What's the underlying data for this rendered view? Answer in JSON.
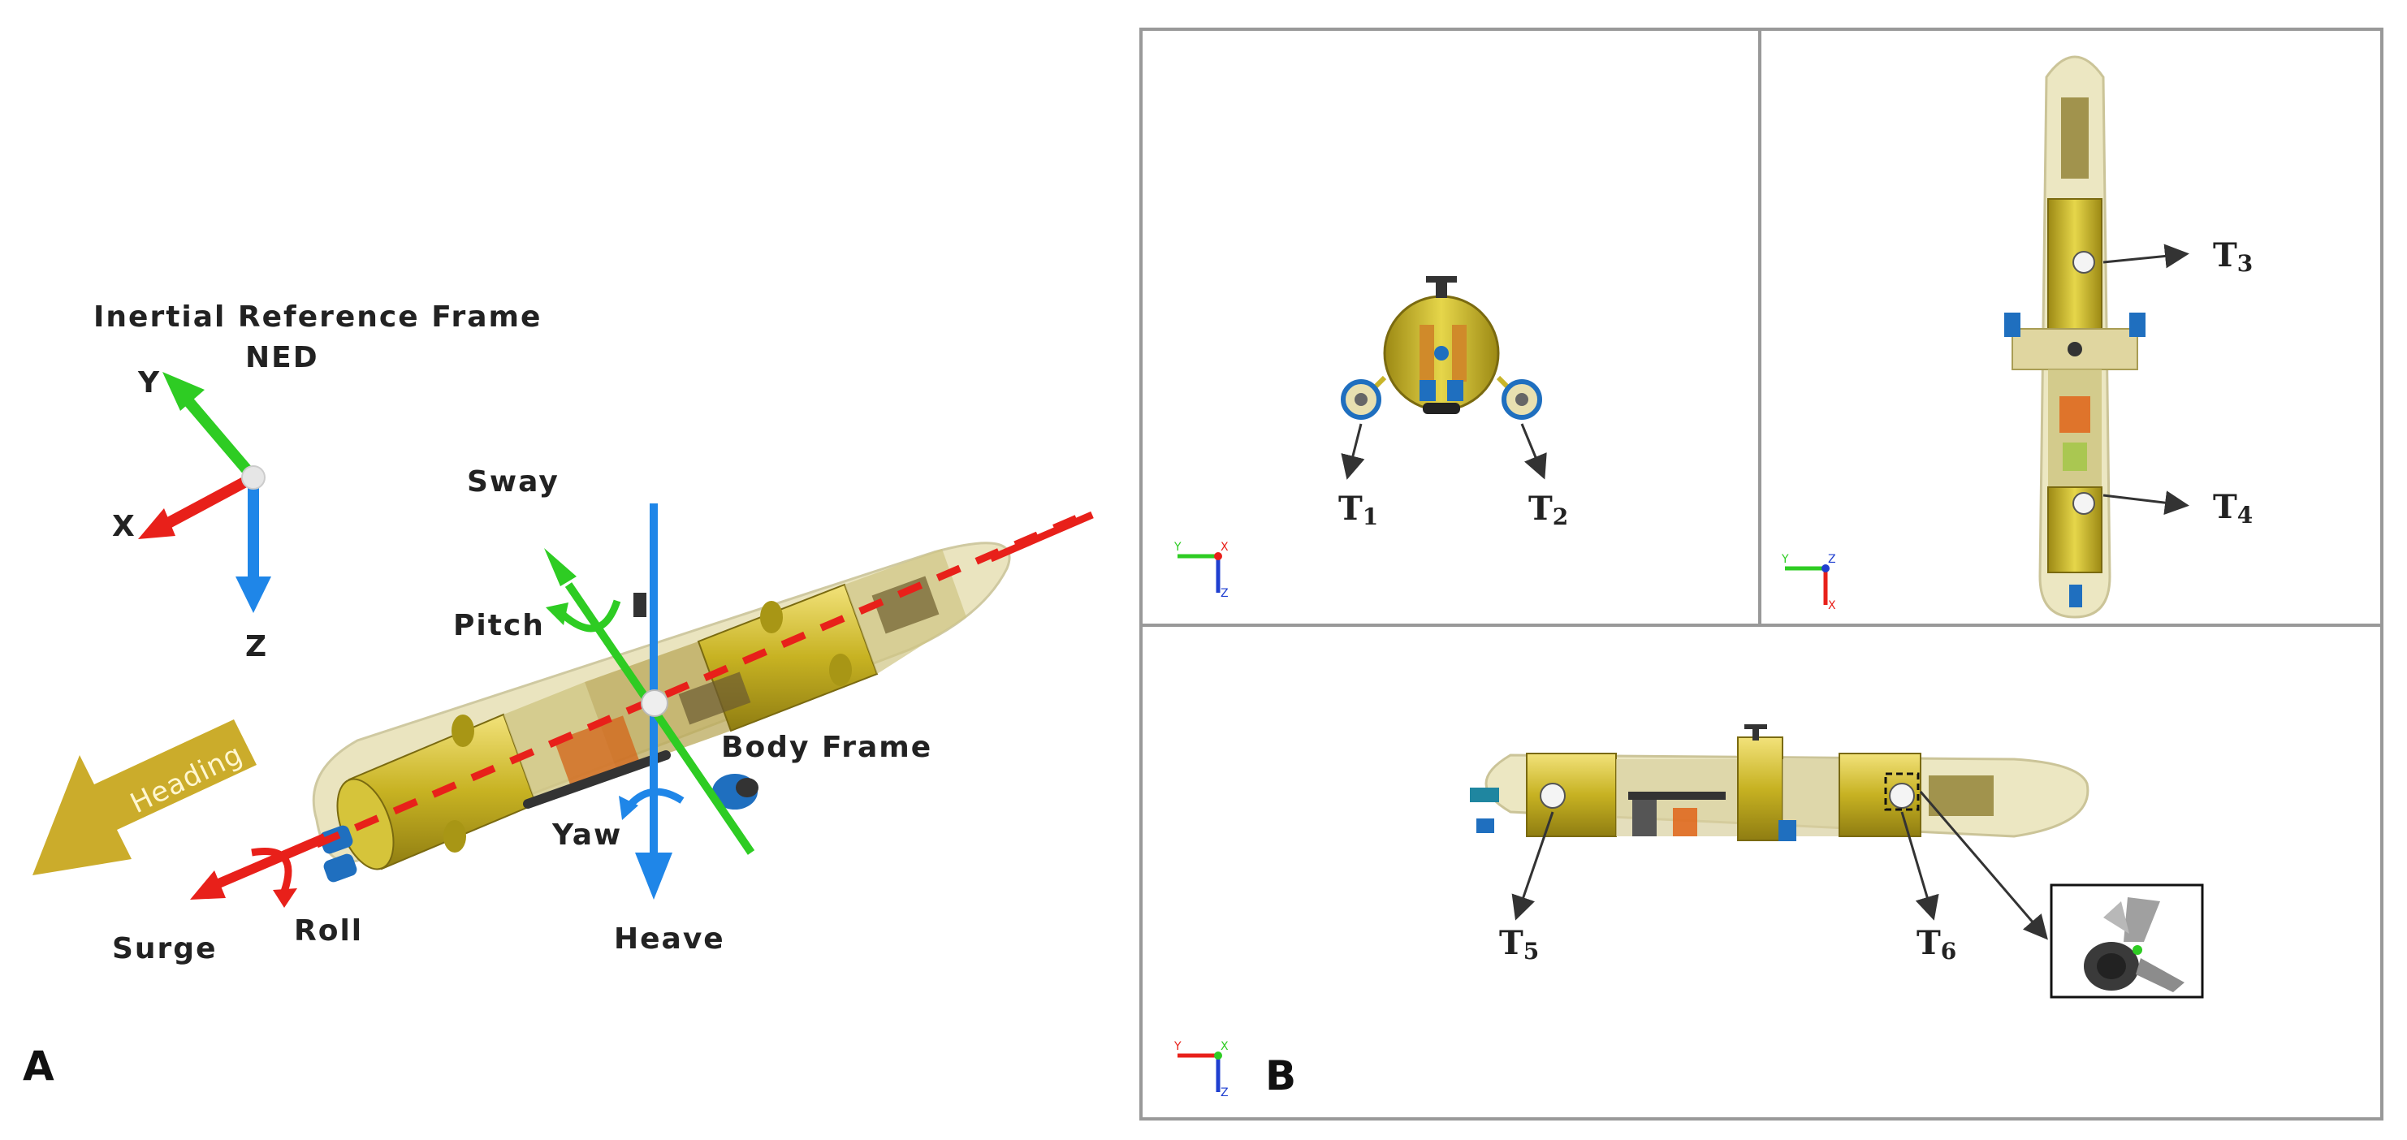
{
  "panel_a": {
    "letter": "A",
    "frame_title": "Inertial Reference Frame",
    "frame_subtitle": "NED",
    "axes": {
      "x": "X",
      "y": "Y",
      "z": "Z"
    },
    "motions": {
      "sway": "Sway",
      "pitch": "Pitch",
      "heading": "Heading",
      "body_frame": "Body Frame",
      "yaw": "Yaw",
      "surge": "Surge",
      "roll": "Roll",
      "heave": "Heave"
    }
  },
  "panel_b": {
    "letter": "B",
    "thrusters": [
      {
        "t": "T",
        "sub": "1"
      },
      {
        "t": "T",
        "sub": "2"
      },
      {
        "t": "T",
        "sub": "3"
      },
      {
        "t": "T",
        "sub": "4"
      },
      {
        "t": "T",
        "sub": "5"
      },
      {
        "t": "T",
        "sub": "6"
      }
    ],
    "triad_labels": {
      "y": "Y",
      "x": "X",
      "z": "Z"
    }
  },
  "colors": {
    "x_axis": "#e8201a",
    "y_axis": "#2ecc23",
    "z_axis": "#1f86e8",
    "hull": "#c9b52a",
    "heading_arrow": "#c8a820",
    "panel_border": "#999999"
  }
}
